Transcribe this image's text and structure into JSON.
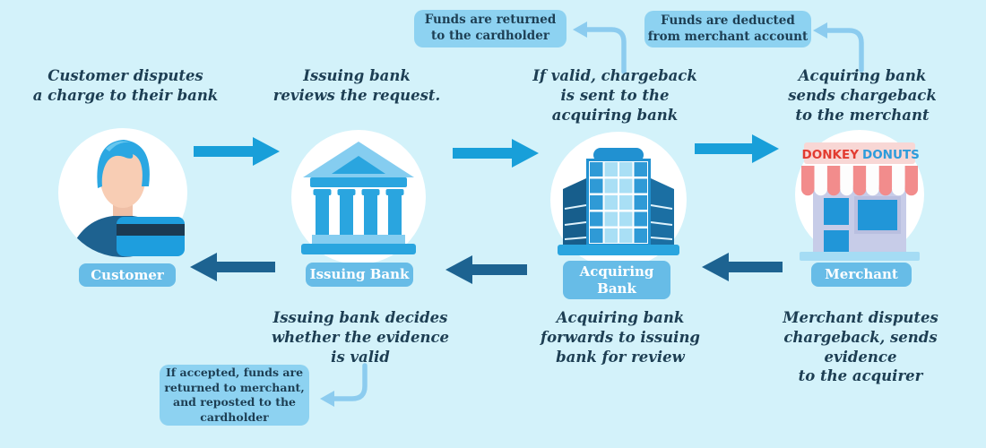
{
  "colors": {
    "background": "#d3f2fa",
    "callout_bg": "#8dd2f1",
    "label_pill_bg": "#67bce7",
    "text_dark": "#1d3e53",
    "forward_arrow": "#189fd9",
    "return_arrow": "#1d6391",
    "curved_arrow": "#8cccef",
    "sign_red": "#e23b30",
    "sign_blue": "#2d9cdb"
  },
  "callouts": {
    "funds_returned": "Funds are returned\nto the cardholder",
    "funds_deducted": "Funds are deducted\nfrom merchant account",
    "if_accepted": "If accepted, funds are\nreturned to merchant,\nand reposted to the\ncardholder"
  },
  "steps": {
    "customer_dispute": "Customer disputes\na charge to their bank",
    "issuing_reviews": "Issuing bank\nreviews the request.",
    "chargeback_sent": "If valid, chargeback\nis sent to the\nacquiring bank",
    "acquirer_sends": "Acquiring bank\nsends chargeback\nto the merchant",
    "issuing_decides": "Issuing bank decides\nwhether the evidence\nis valid",
    "acquirer_forwards": "Acquiring bank\nforwards to issuing\nbank for review",
    "merchant_disputes": "Merchant disputes\nchargeback, sends\nevidence\nto the acquirer"
  },
  "entities": {
    "customer": {
      "label": "Customer"
    },
    "issuing_bank": {
      "label": "Issuing Bank"
    },
    "acquiring_bank": {
      "label": "Acquiring\nBank"
    },
    "merchant": {
      "label": "Merchant",
      "sign_word1": "DONKEY",
      "sign_word2": "DONUTS"
    }
  }
}
